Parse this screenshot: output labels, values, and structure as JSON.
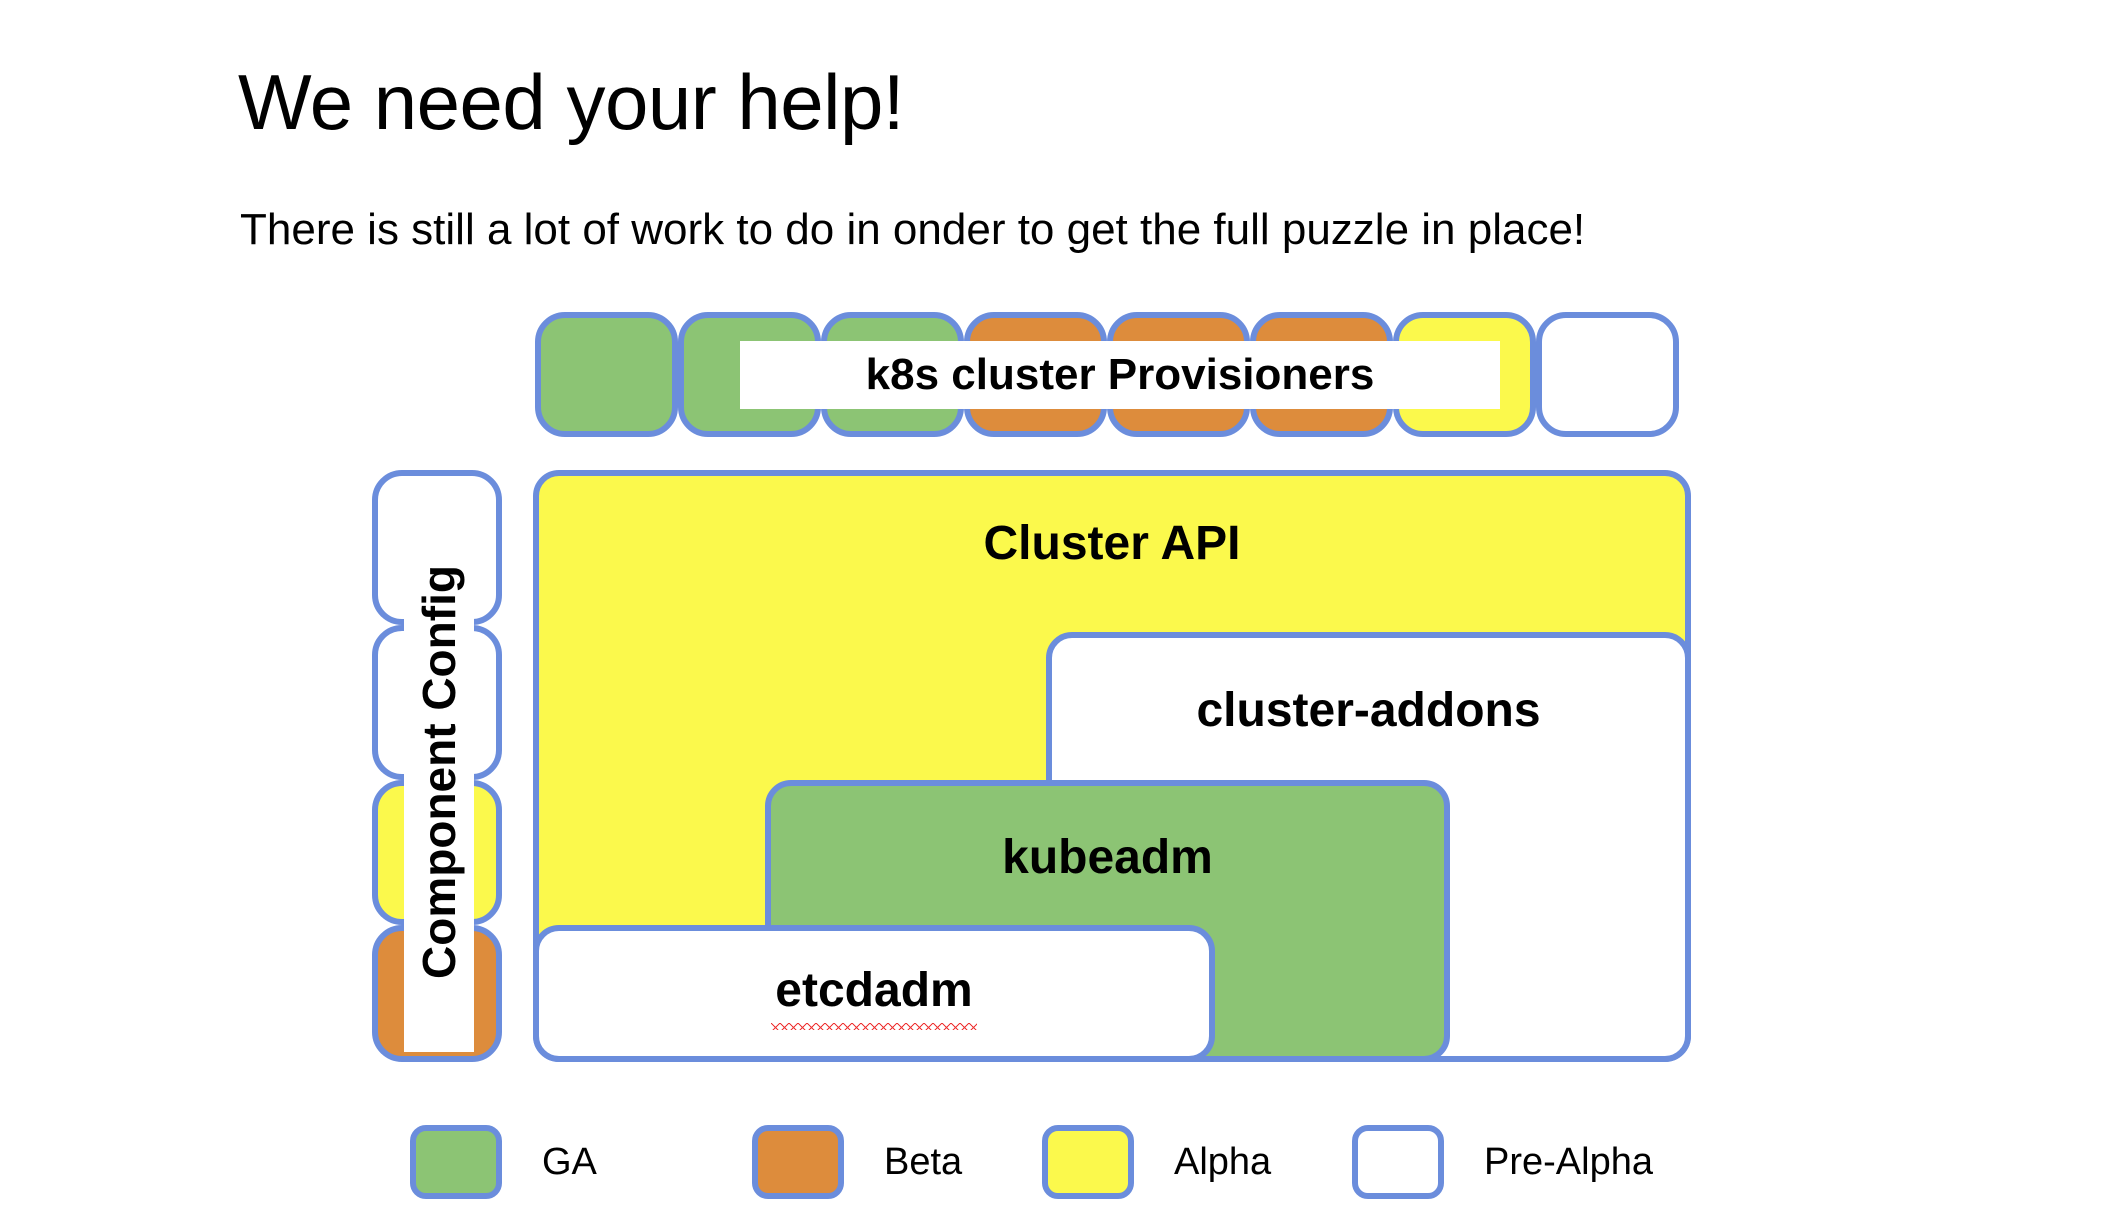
{
  "slide": {
    "title": "We need your help!",
    "subtitle": "There is still a lot of work to do in onder to get the full puzzle in place!"
  },
  "diagram": {
    "provisioners": {
      "label": "k8s cluster Provisioners",
      "boxes": [
        {
          "status": "ga"
        },
        {
          "status": "ga"
        },
        {
          "status": "ga"
        },
        {
          "status": "beta"
        },
        {
          "status": "beta"
        },
        {
          "status": "beta"
        },
        {
          "status": "alpha"
        },
        {
          "status": "prealpha"
        }
      ]
    },
    "component_config": {
      "label": "Component Config",
      "boxes": [
        {
          "status": "prealpha"
        },
        {
          "status": "prealpha"
        },
        {
          "status": "alpha"
        },
        {
          "status": "beta"
        }
      ]
    },
    "stack": [
      {
        "label": "Cluster API",
        "status": "alpha"
      },
      {
        "label": "cluster-addons",
        "status": "prealpha"
      },
      {
        "label": "kubeadm",
        "status": "ga"
      },
      {
        "label": "etcdadm",
        "status": "prealpha",
        "misspelled": true
      }
    ]
  },
  "legend": {
    "items": [
      {
        "label": "GA",
        "status": "ga"
      },
      {
        "label": "Beta",
        "status": "beta"
      },
      {
        "label": "Alpha",
        "status": "alpha"
      },
      {
        "label": "Pre-Alpha",
        "status": "prealpha"
      }
    ]
  },
  "colors": {
    "ga": "#8cc474",
    "beta": "#dd8c3c",
    "alpha": "#fbf94c",
    "prealpha": "#ffffff",
    "border": "#6b8ddc",
    "spellcheck": "#ee3333",
    "text": "#000000",
    "background": "#ffffff"
  }
}
